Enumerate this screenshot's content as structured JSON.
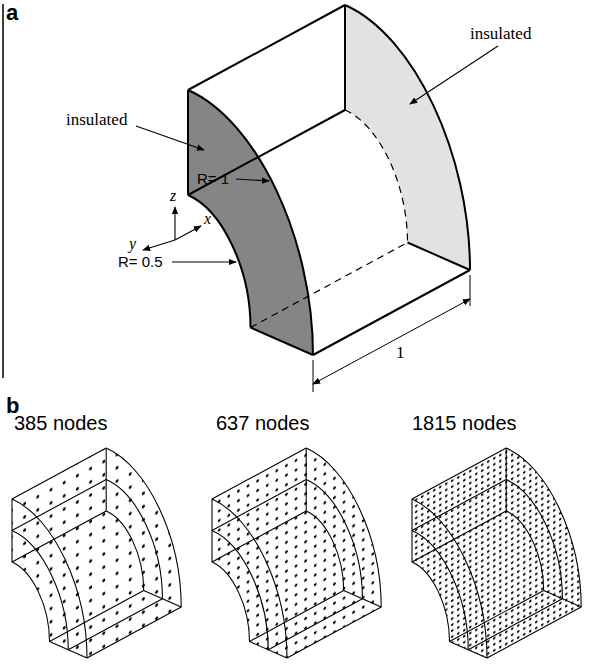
{
  "diagram": {
    "labels": [
      "a",
      "insulated",
      "insulated",
      "R= 1",
      "R= 0.5",
      "z",
      "y",
      "x",
      "1",
      "b",
      "385 nodes",
      "637 nodes",
      "1815 nodes"
    ]
  }
}
